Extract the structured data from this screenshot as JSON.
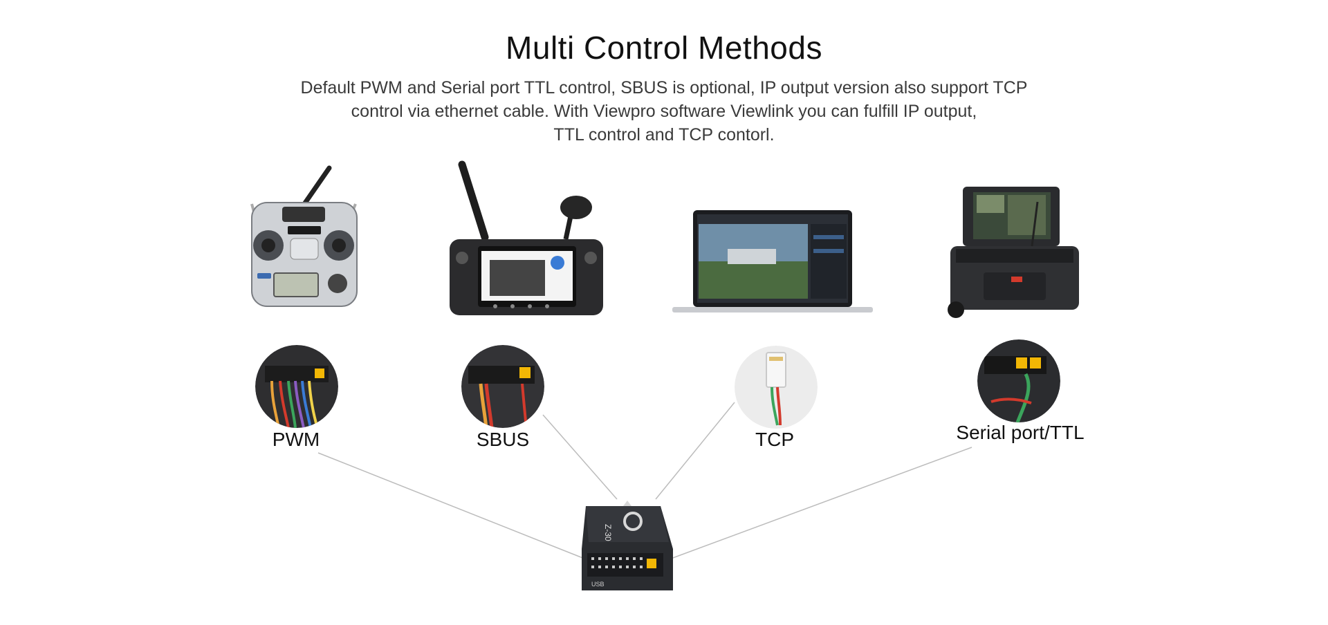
{
  "header": {
    "title": "Multi Control Methods",
    "description_lines": [
      "Default PWM and Serial port TTL control, SBUS is optional, IP output version also support TCP",
      "control via ethernet cable. With Viewpro software Viewlink you can fulfill IP output,",
      "TTL control and TCP contorl."
    ]
  },
  "methods": [
    {
      "label": "PWM",
      "icon": "rc-transmitter-icon"
    },
    {
      "label": "SBUS",
      "icon": "smart-controller-icon"
    },
    {
      "label": "TCP",
      "icon": "laptop-icon"
    },
    {
      "label": "Serial port/TTL",
      "icon": "ground-station-case-icon"
    }
  ],
  "device": {
    "label": "Z-30",
    "port_label": "USB",
    "icon": "control-board-icon"
  },
  "colors": {
    "wire_orange": "#e8a23a",
    "wire_green": "#3ba55c",
    "wire_red": "#d33a2c",
    "connector_yellow": "#f2b705",
    "device_dark": "#2a2c30",
    "line": "#b9b9b9"
  }
}
